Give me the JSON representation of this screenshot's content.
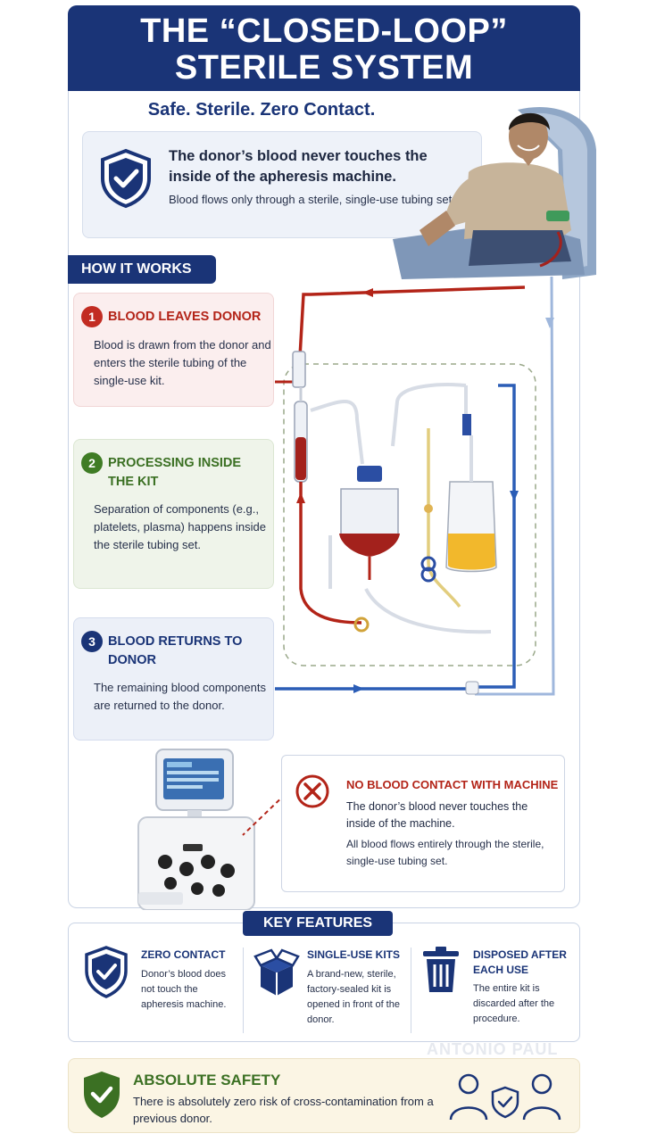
{
  "header": {
    "title_line1": "THE “CLOSED-LOOP”",
    "title_line2": "STERILE SYSTEM",
    "subtitle": "Safe. Sterile. Zero Contact."
  },
  "intro": {
    "icon": "shield-check-icon",
    "headline": "The donor’s blood never touches the inside of the apheresis machine.",
    "body": "Blood flows only through a sterile, single-use tubing set."
  },
  "how_it_works": {
    "label": "HOW IT WORKS",
    "steps": [
      {
        "number": "1",
        "title": "BLOOD LEAVES DONOR",
        "body": "Blood is drawn from the donor and enters the sterile tubing of the single-use kit."
      },
      {
        "number": "2",
        "title": "PROCESSING INSIDE THE KIT",
        "body": "Separation of components (e.g., platelets, plasma) happens inside the sterile tubing set."
      },
      {
        "number": "3",
        "title": "BLOOD RETURNS TO DONOR",
        "body": "The remaining blood components are returned to the donor."
      }
    ]
  },
  "no_contact": {
    "icon": "x-circle-icon",
    "title": "NO BLOOD CONTACT WITH MACHINE",
    "body1": "The donor’s blood never touches the inside of the machine.",
    "body2": "All blood flows entirely through the sterile, single-use tubing set."
  },
  "key_features": {
    "label": "KEY FEATURES",
    "items": [
      {
        "icon": "shield-check-icon",
        "title": "ZERO CONTACT",
        "body": "Donor’s blood does not touch the apheresis machine."
      },
      {
        "icon": "open-box-icon",
        "title": "SINGLE-USE KITS",
        "body": "A brand-new, sterile, factory-sealed kit is opened in front of the donor."
      },
      {
        "icon": "trash-bin-icon",
        "title": "DISPOSED AFTER EACH USE",
        "body": "The entire kit is discarded after the procedure."
      }
    ]
  },
  "safety": {
    "icon": "shield-check-icon",
    "title": "ABSOLUTE SAFETY",
    "body": "There is absolutely zero risk of cross-contamination from a previous donor.",
    "people_icon": "donor-shield-donor-icon"
  },
  "watermark": "ANTONIO PAUL",
  "colors": {
    "navy": "#1a3477",
    "red": "#b32418",
    "green": "#3b7023",
    "blood": "#a3211c",
    "plasma": "#f2b82c"
  }
}
